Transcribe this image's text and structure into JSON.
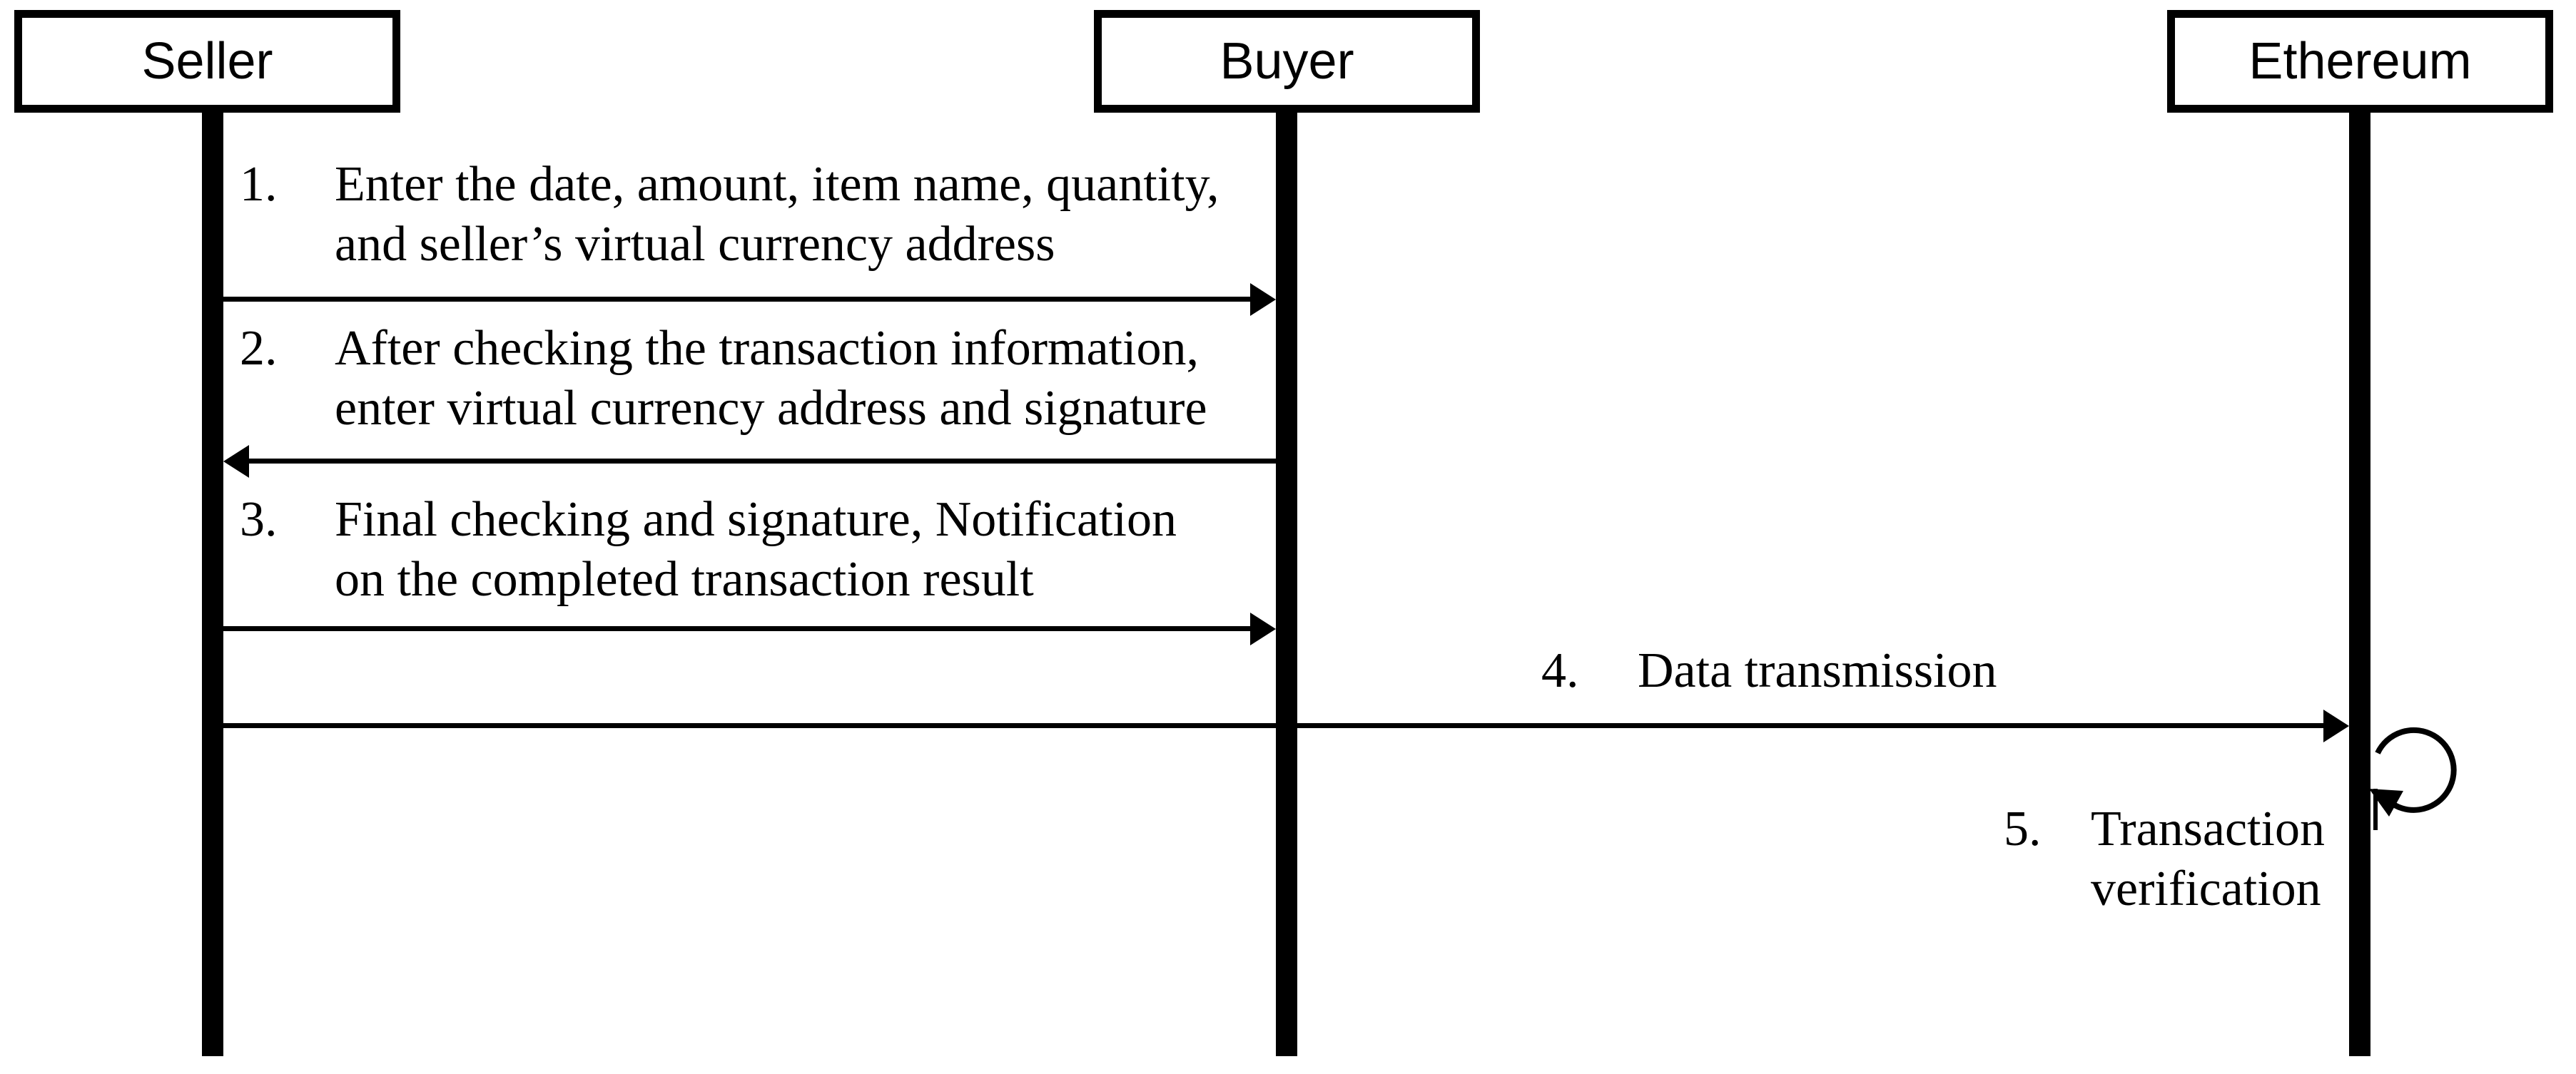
{
  "diagram": {
    "kind": "sequence-diagram",
    "actors": [
      {
        "id": "seller",
        "label": "Seller"
      },
      {
        "id": "buyer",
        "label": "Buyer"
      },
      {
        "id": "ethereum",
        "label": "Ethereum"
      }
    ],
    "messages": [
      {
        "number": "1.",
        "lines": [
          "Enter the date, amount, item name, quantity,",
          "and seller’s virtual currency address"
        ],
        "from": "Seller",
        "to": "Buyer",
        "direction": "right"
      },
      {
        "number": "2.",
        "lines": [
          "After checking the transaction information,",
          "enter virtual currency address and signature"
        ],
        "from": "Buyer",
        "to": "Seller",
        "direction": "left"
      },
      {
        "number": "3.",
        "lines": [
          "Final checking and signature, Notification",
          "on the completed transaction result"
        ],
        "from": "Seller",
        "to": "Buyer",
        "direction": "right"
      },
      {
        "number": "4.",
        "lines": [
          "Data transmission"
        ],
        "from": "Seller",
        "to": "Ethereum",
        "direction": "right"
      },
      {
        "number": "5.",
        "lines": [
          "Transaction",
          "verification"
        ],
        "from": "Ethereum",
        "to": "Ethereum",
        "direction": "self"
      }
    ],
    "colors": {
      "line": "#000000",
      "background": "#ffffff",
      "text": "#000000"
    }
  }
}
